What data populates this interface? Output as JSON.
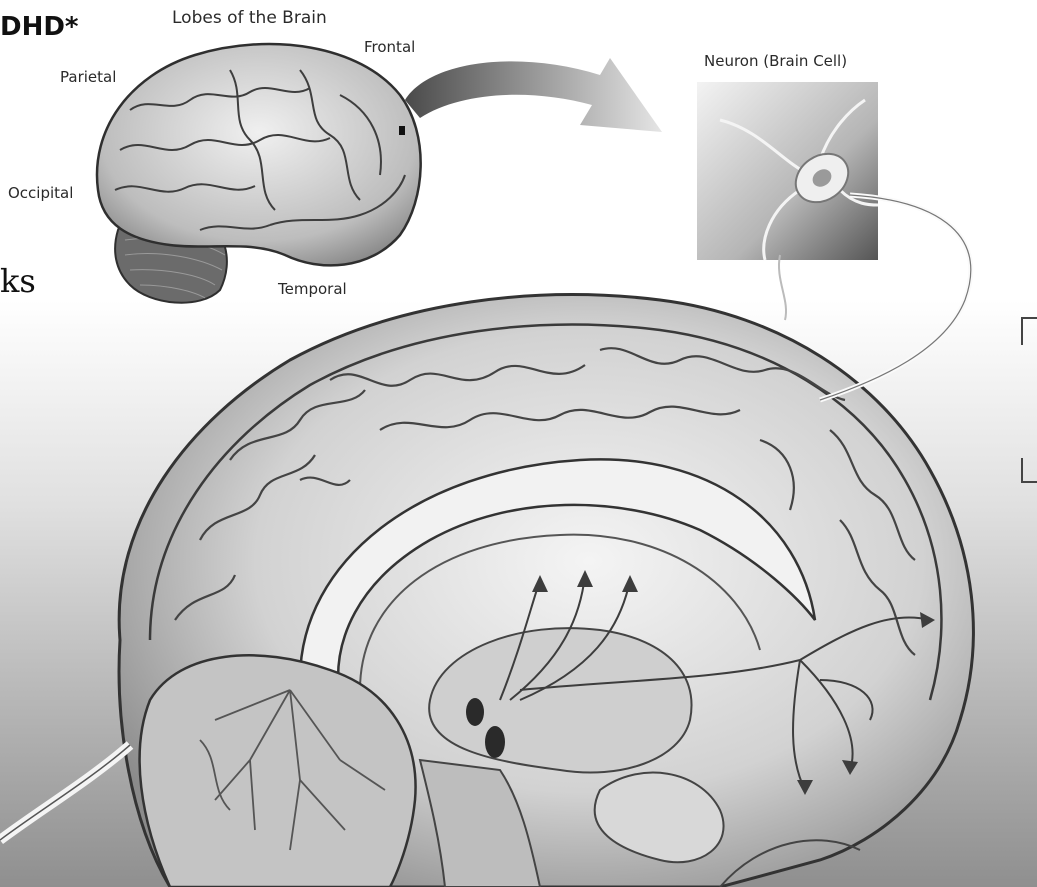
{
  "header": {
    "title_fragment": "DHD*",
    "side_text_fragment": "ks"
  },
  "lobes_diagram": {
    "title": "Lobes of the Brain",
    "labels": {
      "frontal": "Frontal",
      "parietal": "Parietal",
      "occipital": "Occipital",
      "temporal": "Temporal"
    }
  },
  "neuron_panel": {
    "title": "Neuron (Brain Cell)"
  },
  "colors": {
    "ink": "#222222",
    "brain_light": "#e9e9e9",
    "brain_mid": "#bcbcbc",
    "brain_dark": "#6f6f6f",
    "background_gray": "#a9a9a9"
  }
}
